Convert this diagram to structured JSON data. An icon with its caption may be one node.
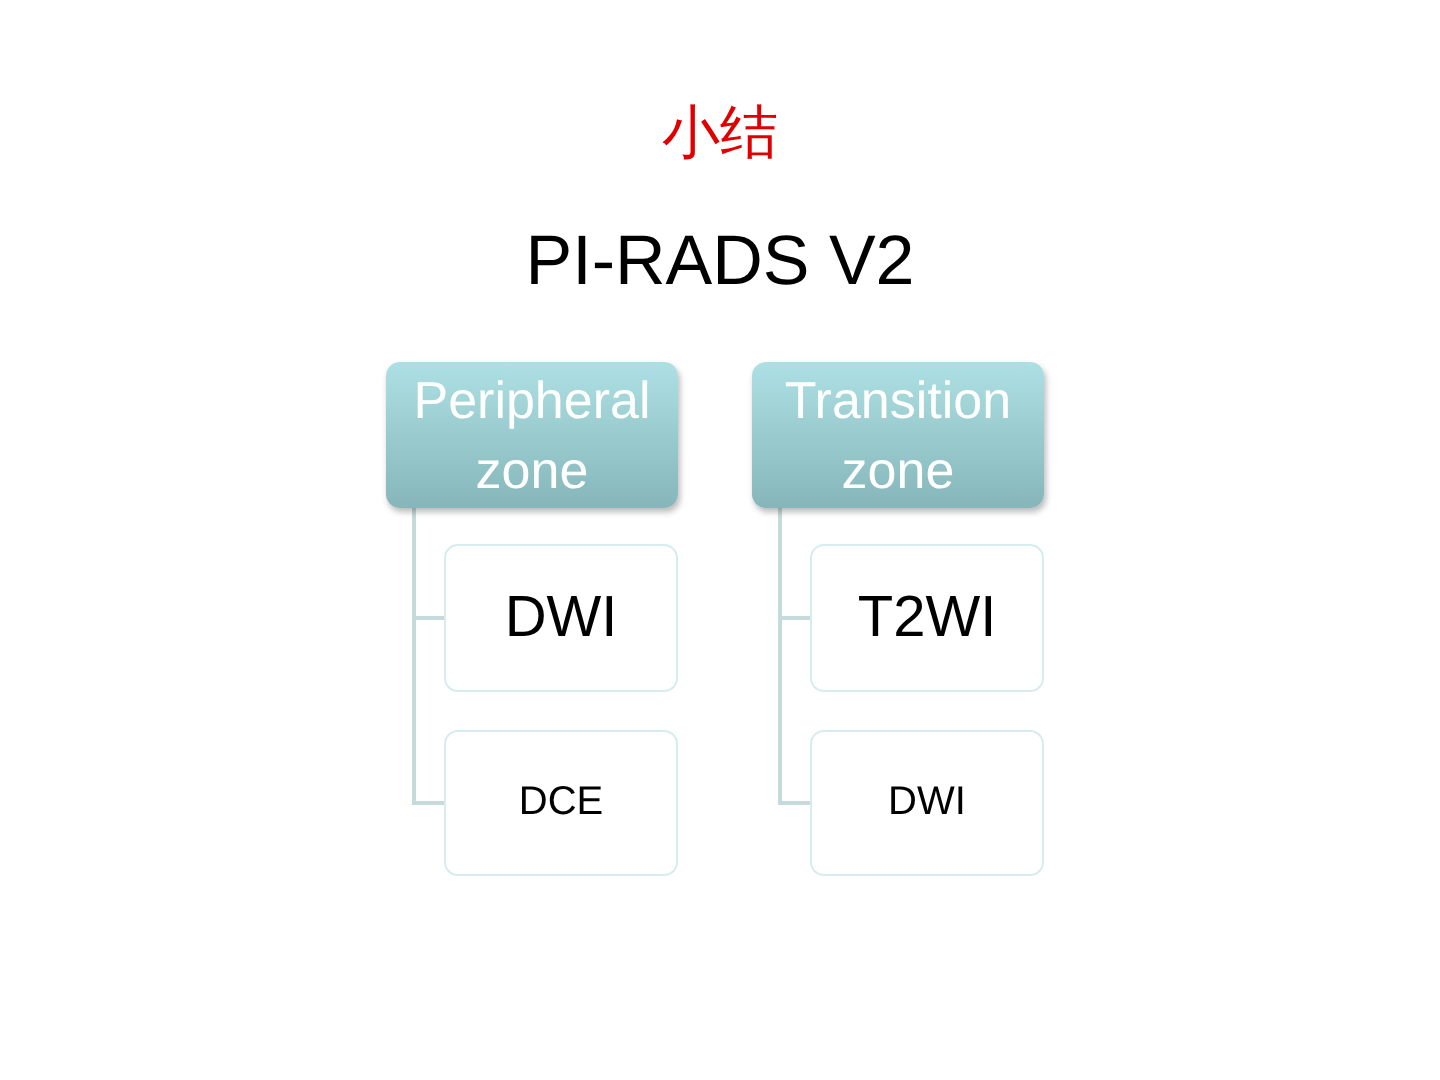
{
  "diagram": {
    "title": "小结",
    "nodes": [
      {
        "text": [
          "Peripheral zone"
        ]
      },
      {
        "text": [
          "DWI"
        ]
      },
      {
        "text": [
          "DCE"
        ]
      },
      {
        "text": [
          "Transition zone"
        ]
      },
      {
        "text": [
          "T2WI"
        ]
      },
      {
        "text": [
          "DWI"
        ]
      }
    ],
    "edges": [
      {
        "from": 0,
        "to": 1,
        "arrow": "none"
      },
      {
        "from": 0,
        "to": 2,
        "arrow": "none"
      },
      {
        "from": 3,
        "to": 4,
        "arrow": "none"
      },
      {
        "from": 3,
        "to": 5,
        "arrow": "none"
      }
    ],
    "labels": [
      "PI-RADS V2"
    ]
  }
}
